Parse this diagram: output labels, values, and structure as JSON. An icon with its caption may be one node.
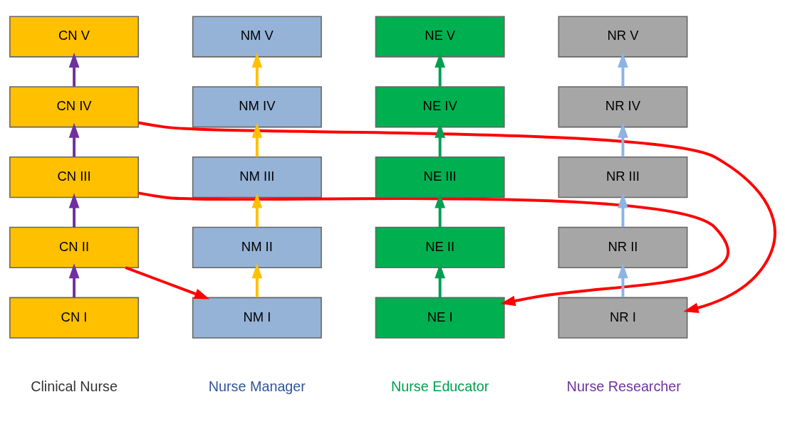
{
  "diagram": {
    "nodes": [
      {
        "text": [
          "CN V"
        ]
      },
      {
        "text": [
          "CN IV"
        ]
      },
      {
        "text": [
          "CN III"
        ]
      },
      {
        "text": [
          "CN II"
        ]
      },
      {
        "text": [
          "CN I"
        ]
      },
      {
        "text": [
          "NM V"
        ]
      },
      {
        "text": [
          "NM IV"
        ]
      },
      {
        "text": [
          "NM III"
        ]
      },
      {
        "text": [
          "NM II"
        ]
      },
      {
        "text": [
          "NM I"
        ]
      },
      {
        "text": [
          "NE V"
        ]
      },
      {
        "text": [
          "NE IV"
        ]
      },
      {
        "text": [
          "NE III"
        ]
      },
      {
        "text": [
          "NE II"
        ]
      },
      {
        "text": [
          "NE I"
        ]
      },
      {
        "text": [
          "NR V"
        ]
      },
      {
        "text": [
          "NR IV"
        ]
      },
      {
        "text": [
          "NR III"
        ]
      },
      {
        "text": [
          "NR II"
        ]
      },
      {
        "text": [
          "NR I"
        ]
      }
    ],
    "edges": [
      {
        "from": 4,
        "to": 3,
        "arrow": "to",
        "color": "#7030a0"
      },
      {
        "from": 3,
        "to": 2,
        "arrow": "to",
        "color": "#7030a0"
      },
      {
        "from": 2,
        "to": 1,
        "arrow": "to",
        "color": "#7030a0"
      },
      {
        "from": 1,
        "to": 0,
        "arrow": "to",
        "color": "#7030a0"
      },
      {
        "from": 9,
        "to": 8,
        "arrow": "to",
        "color": "#ffc000"
      },
      {
        "from": 8,
        "to": 7,
        "arrow": "to",
        "color": "#ffc000"
      },
      {
        "from": 7,
        "to": 6,
        "arrow": "to",
        "color": "#ffc000"
      },
      {
        "from": 6,
        "to": 5,
        "arrow": "to",
        "color": "#ffc000"
      },
      {
        "from": 14,
        "to": 13,
        "arrow": "to",
        "color": "#00a050"
      },
      {
        "from": 13,
        "to": 12,
        "arrow": "to",
        "color": "#00a050"
      },
      {
        "from": 12,
        "to": 11,
        "arrow": "to",
        "color": "#00a050"
      },
      {
        "from": 11,
        "to": 10,
        "arrow": "to",
        "color": "#00a050"
      },
      {
        "from": 19,
        "to": 18,
        "arrow": "to",
        "color": "#8eb4e3"
      },
      {
        "from": 18,
        "to": 17,
        "arrow": "to",
        "color": "#8eb4e3"
      },
      {
        "from": 17,
        "to": 16,
        "arrow": "to",
        "color": "#8eb4e3"
      },
      {
        "from": 16,
        "to": 15,
        "arrow": "to",
        "color": "#8eb4e3"
      },
      {
        "from": 3,
        "to": 9,
        "arrow": "to",
        "color": "#ff0000"
      },
      {
        "from": 2,
        "to": 14,
        "arrow": "to",
        "color": "#ff0000"
      },
      {
        "from": 1,
        "to": 19,
        "arrow": "to",
        "color": "#ff0000"
      }
    ],
    "labels": [
      "Clinical Nurse",
      "Nurse Manager",
      "Nurse Educator",
      "Nurse Researcher"
    ]
  }
}
